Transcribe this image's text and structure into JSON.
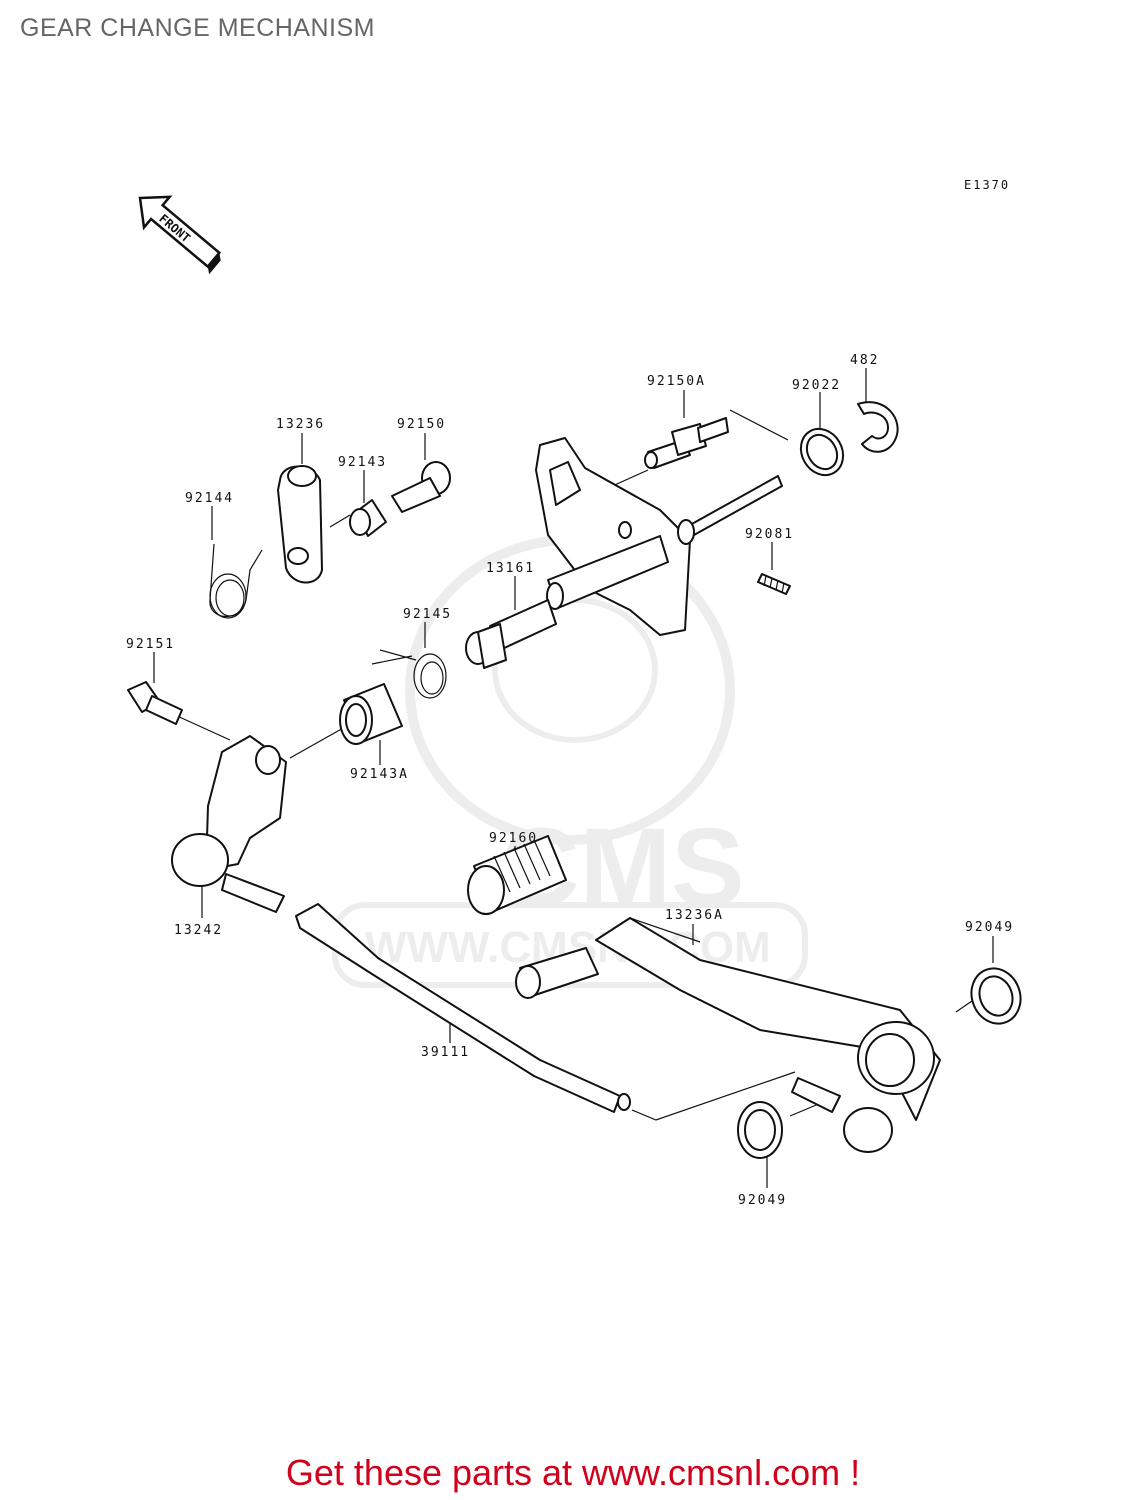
{
  "title": "GEAR CHANGE MECHANISM",
  "diagram_code": "E1370",
  "front_arrow_label": "FRONT",
  "watermark": {
    "brand": "CMS",
    "url": "WWW.CMSNL.COM"
  },
  "banner": "Get these parts at www.cmsnl.com !",
  "parts": {
    "p92150A": "92150A",
    "p92022": "92022",
    "p482": "482",
    "p13236": "13236",
    "p92150": "92150",
    "p92143": "92143",
    "p92144": "92144",
    "p92081": "92081",
    "p13161": "13161",
    "p92145": "92145",
    "p92151": "92151",
    "p92143A": "92143A",
    "p92160": "92160",
    "p13236A": "13236A",
    "p92049a": "92049",
    "p13242": "13242",
    "p39111": "39111",
    "p92049b": "92049"
  }
}
